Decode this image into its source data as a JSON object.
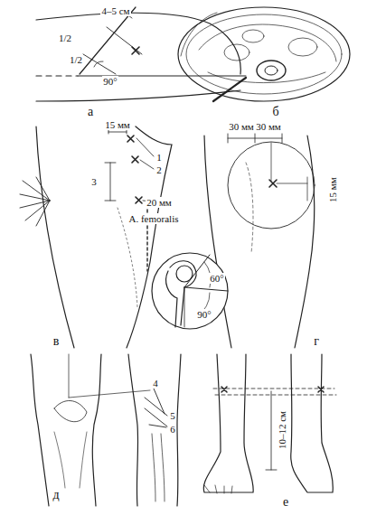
{
  "diagram": {
    "labels": [
      "1/2",
      "1/2",
      "4–5 см",
      "90°",
      "а",
      "б",
      "15 мм",
      "1",
      "2",
      "3",
      "20 мм",
      "A. femoralis",
      "30 мм",
      "30 мм",
      "15 мм",
      "60°",
      "90°",
      "в",
      "г",
      "4",
      "5",
      "6",
      "д",
      "10–12 см",
      "е"
    ]
  }
}
